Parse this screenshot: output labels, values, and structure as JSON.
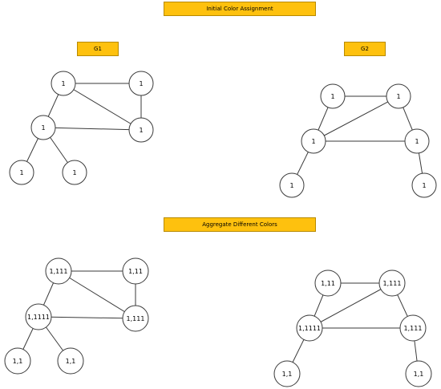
{
  "banners": {
    "top": "Initial Color Assignment",
    "g1": "G1",
    "g2": "G2",
    "middle": "Aggregate Different Colors"
  },
  "graphs": [
    {
      "id": "g1-initial",
      "nodes": [
        {
          "id": "a",
          "label": "1"
        },
        {
          "id": "b",
          "label": "1"
        },
        {
          "id": "c",
          "label": "1"
        },
        {
          "id": "d",
          "label": "1"
        },
        {
          "id": "e",
          "label": "1"
        },
        {
          "id": "f",
          "label": "1"
        }
      ],
      "edges": [
        [
          "a",
          "b"
        ],
        [
          "a",
          "d"
        ],
        [
          "a",
          "c"
        ],
        [
          "b",
          "d"
        ],
        [
          "c",
          "d"
        ],
        [
          "c",
          "e"
        ],
        [
          "c",
          "f"
        ]
      ]
    },
    {
      "id": "g2-initial",
      "nodes": [
        {
          "id": "a",
          "label": "1"
        },
        {
          "id": "b",
          "label": "1"
        },
        {
          "id": "c",
          "label": "1"
        },
        {
          "id": "d",
          "label": "1"
        },
        {
          "id": "e",
          "label": "1"
        },
        {
          "id": "f",
          "label": "1"
        }
      ],
      "edges": [
        [
          "a",
          "b"
        ],
        [
          "a",
          "c"
        ],
        [
          "b",
          "c"
        ],
        [
          "b",
          "d"
        ],
        [
          "c",
          "d"
        ],
        [
          "c",
          "e"
        ],
        [
          "d",
          "f"
        ]
      ]
    },
    {
      "id": "g1-aggregate",
      "nodes": [
        {
          "id": "a",
          "label": "1,111"
        },
        {
          "id": "b",
          "label": "1,11"
        },
        {
          "id": "c",
          "label": "1,1111"
        },
        {
          "id": "d",
          "label": "1,111"
        },
        {
          "id": "e",
          "label": "1,1"
        },
        {
          "id": "f",
          "label": "1,1"
        }
      ],
      "edges": [
        [
          "a",
          "b"
        ],
        [
          "a",
          "d"
        ],
        [
          "a",
          "c"
        ],
        [
          "b",
          "d"
        ],
        [
          "c",
          "d"
        ],
        [
          "c",
          "e"
        ],
        [
          "c",
          "f"
        ]
      ]
    },
    {
      "id": "g2-aggregate",
      "nodes": [
        {
          "id": "a",
          "label": "1,11"
        },
        {
          "id": "b",
          "label": "1,111"
        },
        {
          "id": "c",
          "label": "1,1111"
        },
        {
          "id": "d",
          "label": "1,111"
        },
        {
          "id": "e",
          "label": "1,1"
        },
        {
          "id": "f",
          "label": "1,1"
        }
      ],
      "edges": [
        [
          "a",
          "b"
        ],
        [
          "a",
          "c"
        ],
        [
          "b",
          "c"
        ],
        [
          "b",
          "d"
        ],
        [
          "c",
          "d"
        ],
        [
          "c",
          "e"
        ],
        [
          "d",
          "f"
        ]
      ]
    }
  ]
}
